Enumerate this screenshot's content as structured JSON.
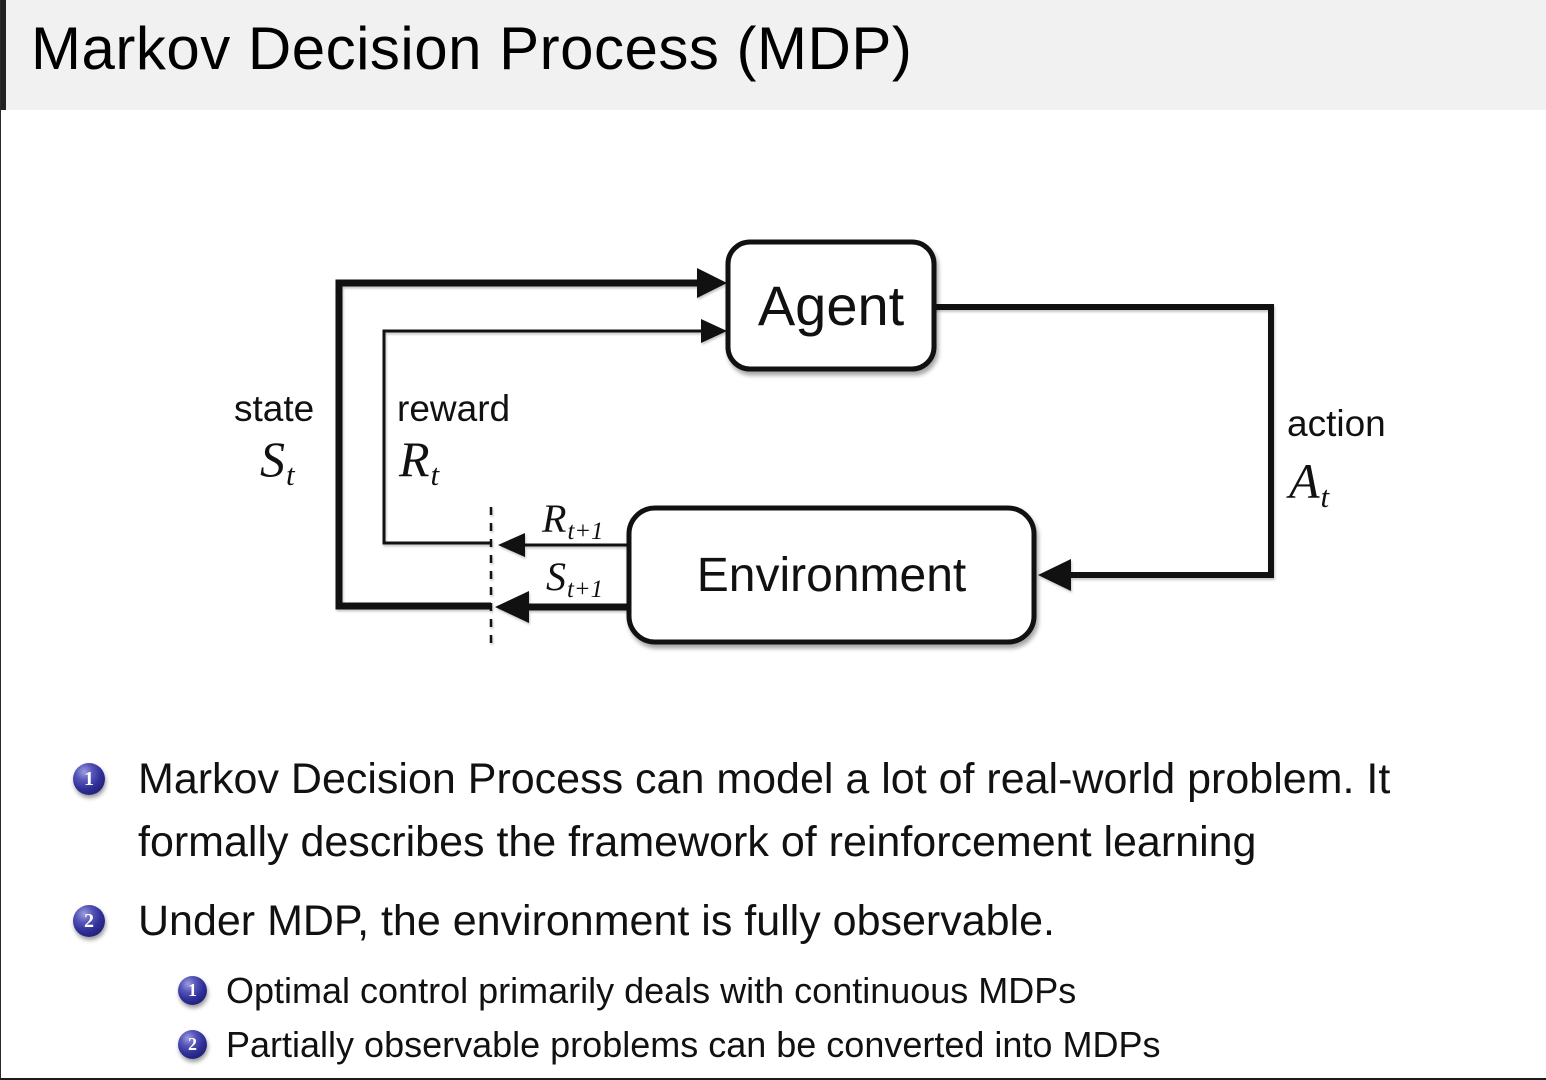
{
  "title": "Markov Decision Process (MDP)",
  "diagram": {
    "agent_label": "Agent",
    "environment_label": "Environment",
    "state_label": "state",
    "reward_label": "reward",
    "action_label": "action",
    "state_symbol": {
      "base": "S",
      "sub": "t"
    },
    "reward_symbol": {
      "base": "R",
      "sub": "t"
    },
    "action_symbol": {
      "base": "A",
      "sub": "t"
    },
    "next_reward_symbol": {
      "base": "R",
      "sub": "t+1"
    },
    "next_state_symbol": {
      "base": "S",
      "sub": "t+1"
    }
  },
  "bullets": [
    {
      "number": "1",
      "lines": [
        "Markov Decision Process can model a lot of real-world problem. It",
        "formally describes the framework of reinforcement learning"
      ]
    },
    {
      "number": "2",
      "text": "Under MDP, the environment is fully observable.",
      "sub_items": [
        {
          "number": "1",
          "text": "Optimal control primarily deals with continuous MDPs"
        },
        {
          "number": "2",
          "text": "Partially observable problems can be converted into MDPs"
        }
      ]
    }
  ],
  "colors": {
    "title_bg": "#f1f1f1",
    "ink": "#111111",
    "ball_blue": "#2f2f99",
    "ball_dark": "#14145c"
  }
}
